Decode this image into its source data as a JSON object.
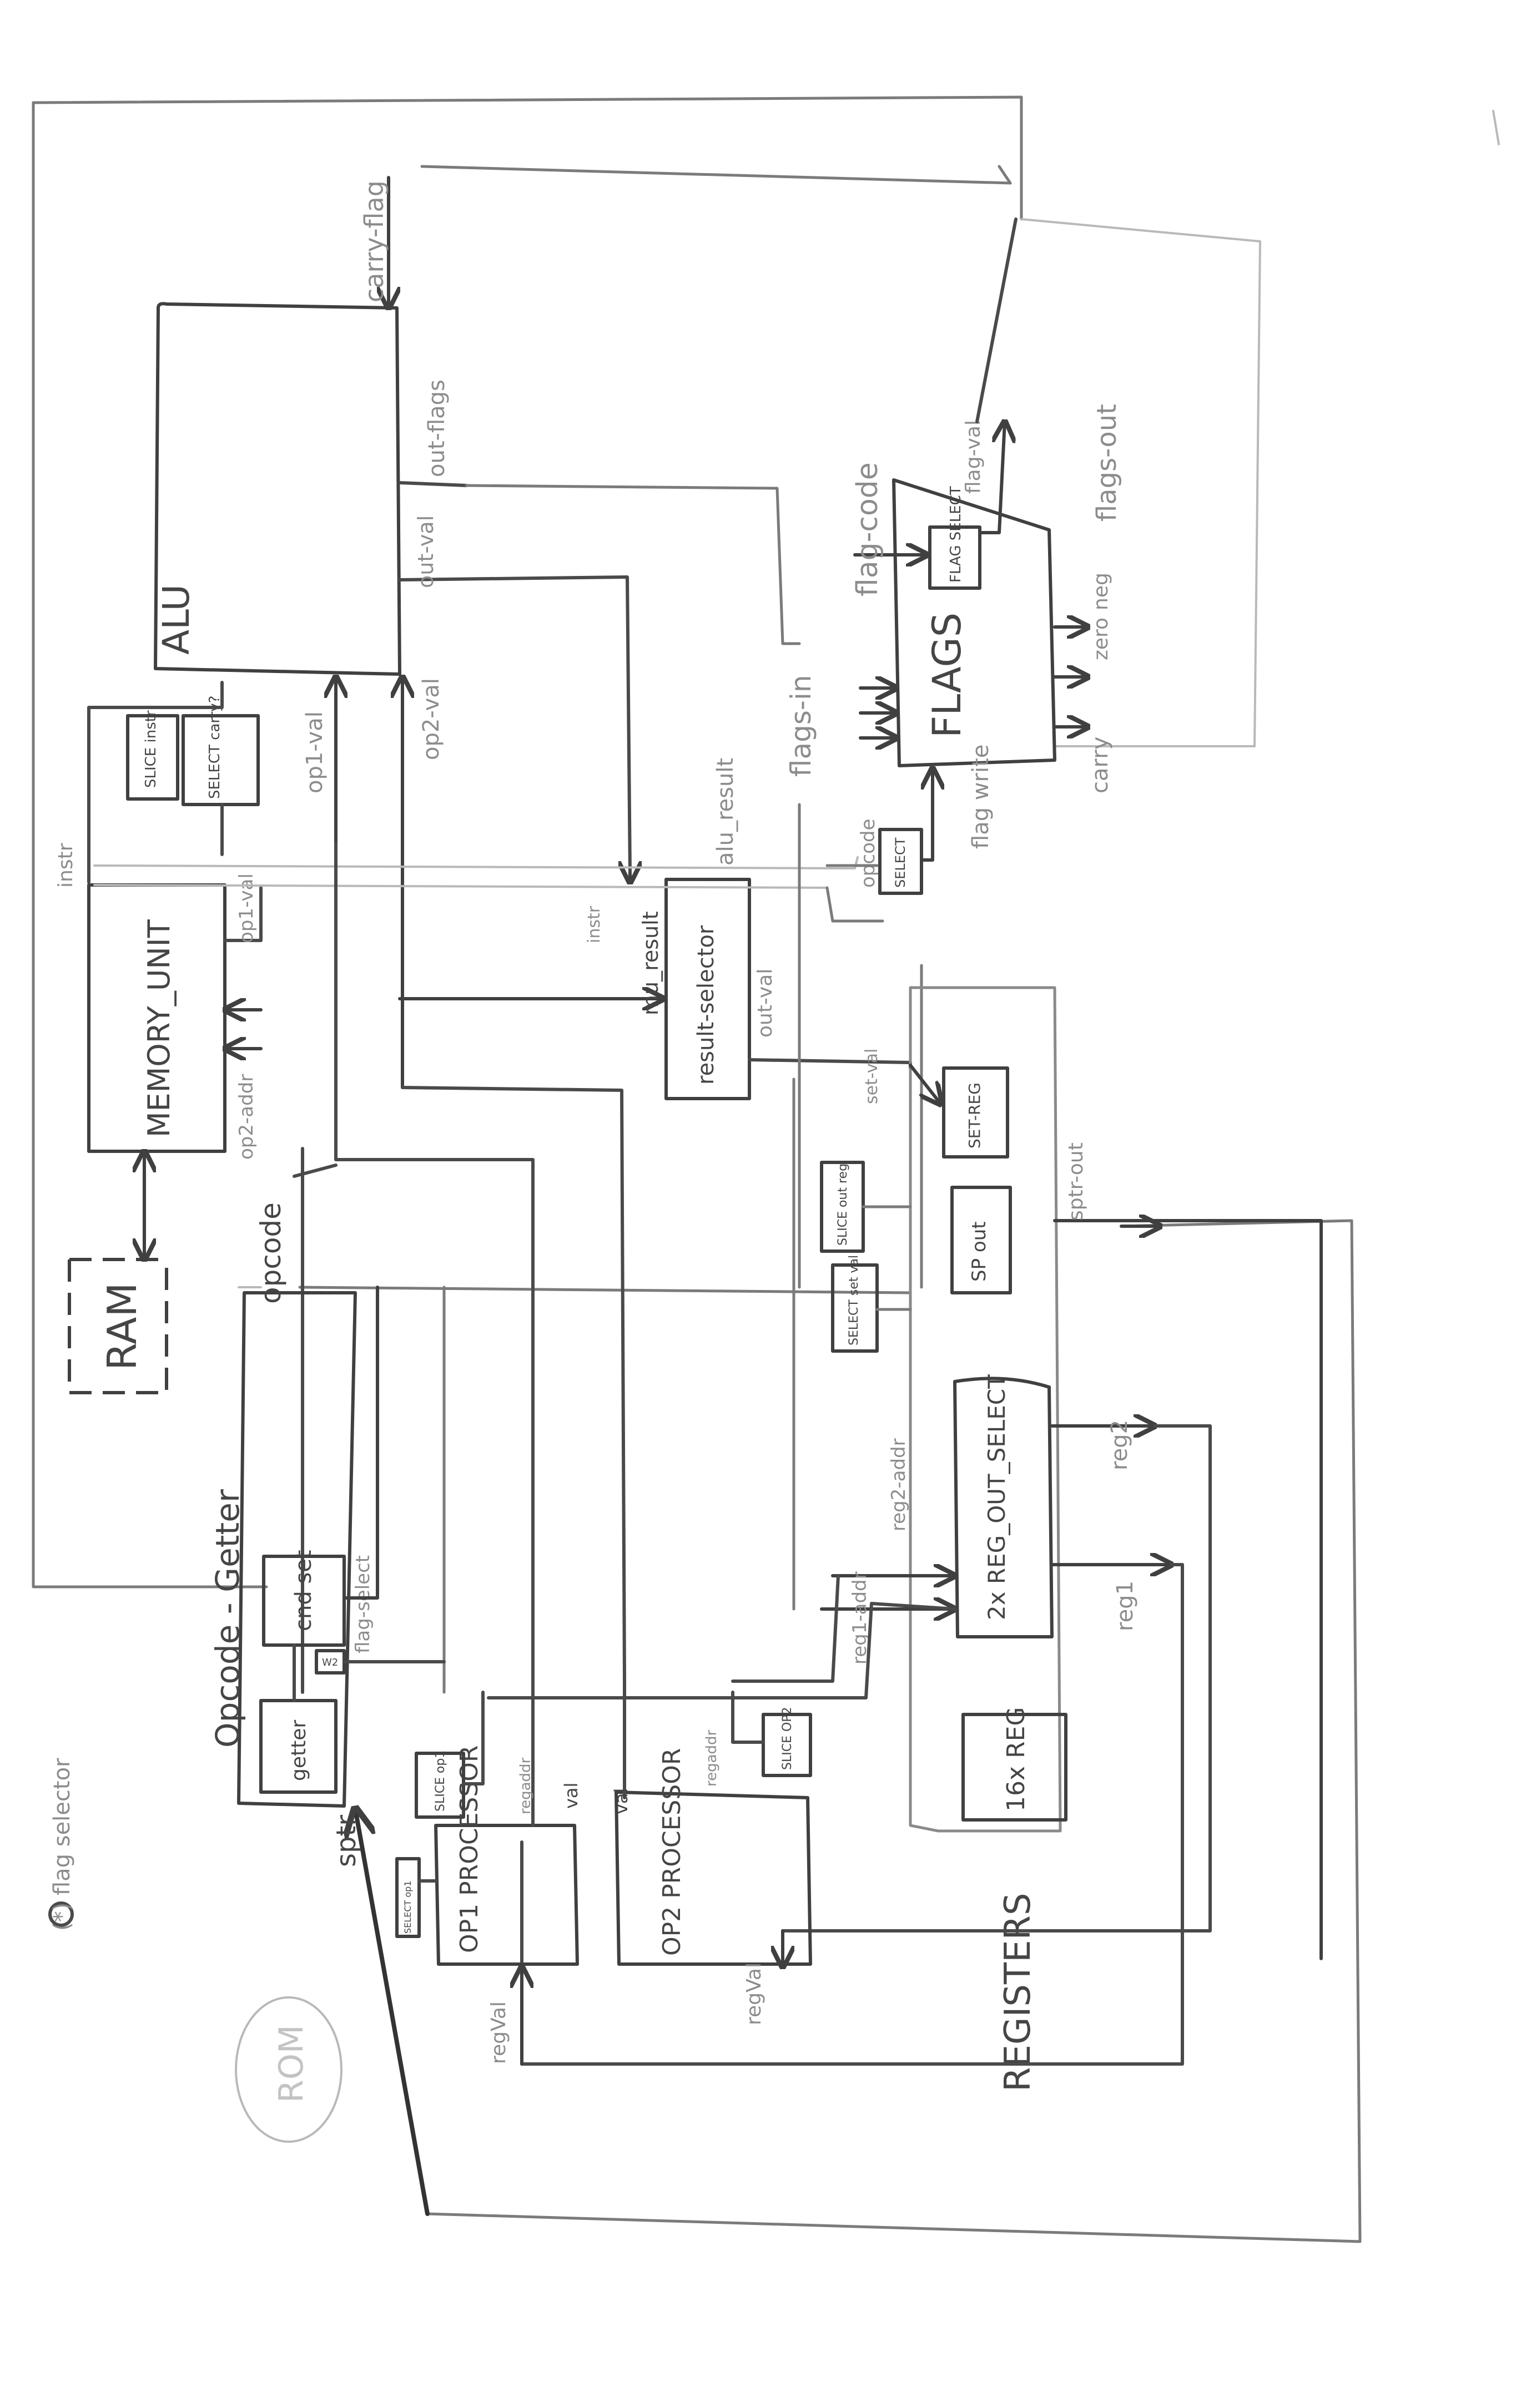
{
  "diagram": {
    "blocks": {
      "alu": "ALU",
      "flags": "FLAGS",
      "flag_select": "FLAG SELECT",
      "select_flag_write": "SELECT",
      "memory_unit": "MEMORY_UNIT",
      "ram": "RAM",
      "rom": "ROM",
      "result_selector": "result-selector",
      "slice_instr": "SLICE instr",
      "select_carry": "SELECT carry?",
      "opcode_getter": "Opcode - Getter",
      "getter": "getter",
      "cnd_set": "cnd set",
      "small_box": "W2",
      "op1_processor": "OP1 PROCESSOR",
      "op2_processor": "OP2 PROCESSOR",
      "slice_op1": "SLICE op1",
      "slice_op2": "SLICE OP2",
      "select_op1": "SELECT op1",
      "registers": "REGISTERS",
      "set_reg": "SET-REG",
      "slice_out_reg": "SLICE out reg",
      "select_set_val": "SELECT set val",
      "sp_out": "SP out",
      "reg_out_select": "2x REG_OUT_SELECT",
      "reg16": "16x REG"
    },
    "signals": {
      "carry_flag": "carry-flag",
      "out_flags": "out-flags",
      "out_val": "out-val",
      "op1_val": "op1-val",
      "op2_val": "op2-val",
      "alu_result": "alu_result",
      "mu_result": "mu_result",
      "out_val_rs": "out-val",
      "flags_in": "flags-in",
      "flag_code": "flag-code",
      "flag_val": "flag-val",
      "flags_out": "flags-out",
      "opcode_flags": "opcode",
      "flag_write": "flag write",
      "carry": "carry",
      "zero": "zero",
      "neg": "neg",
      "instr_top": "instr",
      "instr_rs": "instr",
      "op1_val_mu": "op1-val",
      "op2_addr_mu": "op2-addr",
      "opcode": "opcode",
      "set_val": "set-val",
      "sptr_out": "sptr-out",
      "reg2": "reg2",
      "reg1": "reg1",
      "reg1_addr": "reg1-addr",
      "reg2_addr": "reg2-addr",
      "flag_select": "flag-select",
      "sptr": "sptr",
      "reg_val_1": "regVal",
      "reg_val_2": "regVal",
      "val_1": "val",
      "val_2": "val",
      "reg_addr_1": "regaddr",
      "reg_addr_2": "regaddr"
    },
    "footnote": "(*) flag selector"
  }
}
